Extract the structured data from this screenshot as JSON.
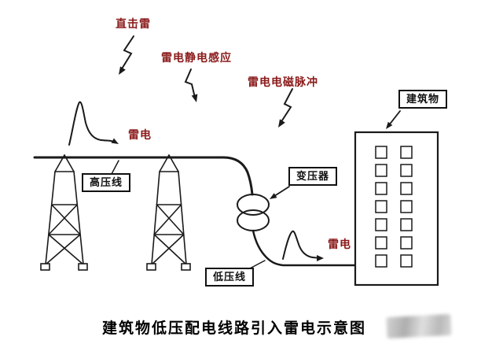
{
  "diagram": {
    "title": "建筑物低压配电线路引入雷电示意图",
    "annotations": {
      "direct_strike": "直击雷",
      "electrostatic_induction": "雷电静电感应",
      "electromagnetic_pulse": "雷电电磁脉冲",
      "surge_left": "雷电",
      "surge_right": "雷电"
    },
    "boxed_labels": {
      "building": "建筑物",
      "high_voltage_line": "高压线",
      "transformer": "变压器",
      "low_voltage_line": "低压线"
    },
    "colors": {
      "annotation_text": "#8b1a1a",
      "line_color": "#1a1a1a",
      "background": "#ffffff"
    }
  }
}
